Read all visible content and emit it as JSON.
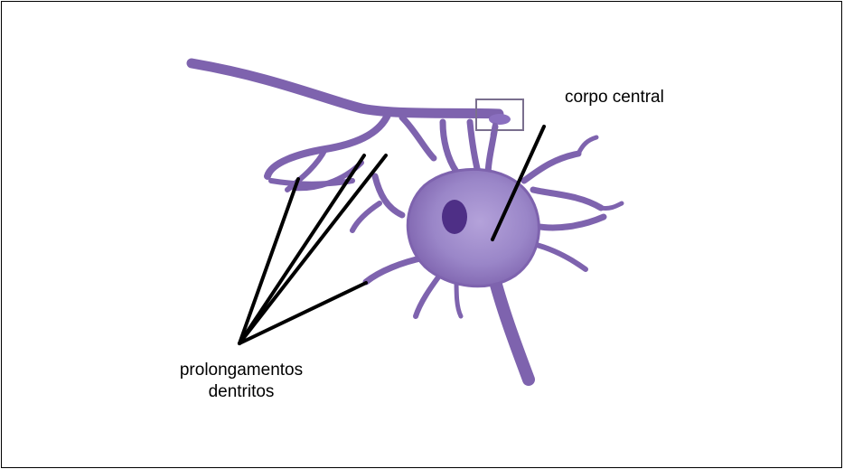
{
  "labels": {
    "cell_body": "corpo central",
    "dendrites_line1": "prolongamentos",
    "dendrites_line2": "dentritos"
  },
  "colors": {
    "neuron_fill": "#7E63AE",
    "neuron_light": "#9A86C8",
    "nucleus": "#4E2F86",
    "pointer_lines": "#000000",
    "synapse_box": "#7A6F8E"
  }
}
